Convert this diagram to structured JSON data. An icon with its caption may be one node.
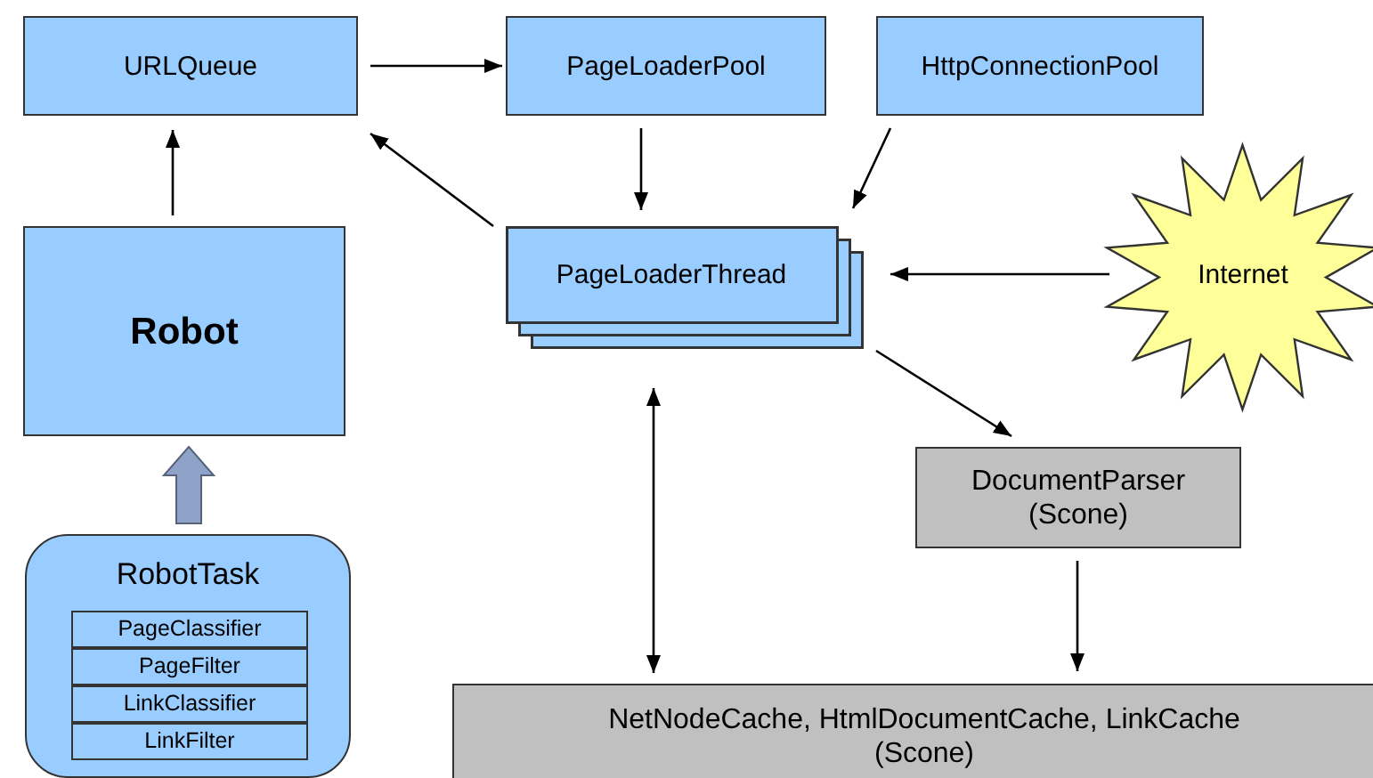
{
  "diagram": {
    "nodes": [
      {
        "text": [
          "URLQueue"
        ]
      },
      {
        "text": [
          "PageLoaderPool"
        ]
      },
      {
        "text": [
          "HttpConnectionPool"
        ]
      },
      {
        "text": [
          "PageLoaderThread"
        ]
      },
      {
        "text": [
          "Internet"
        ]
      },
      {
        "text": [
          "Robot"
        ]
      },
      {
        "text": [
          "RobotTask"
        ]
      },
      {
        "text": [
          "PageClassifier"
        ],
        "in": 6
      },
      {
        "text": [
          "PageFilter"
        ],
        "in": 6
      },
      {
        "text": [
          "LinkClassifier"
        ],
        "in": 6
      },
      {
        "text": [
          "LinkFilter"
        ],
        "in": 6
      },
      {
        "text": [
          "DocumentParser",
          "(Scone)"
        ]
      },
      {
        "text": [
          "NetNodeCache, HtmlDocumentCache, LinkCache",
          "(Scone)"
        ]
      }
    ],
    "edges": [
      {
        "from": 5,
        "to": 0,
        "arrow": "to"
      },
      {
        "from": 0,
        "to": 1,
        "arrow": "to"
      },
      {
        "from": 3,
        "to": 0,
        "arrow": "to"
      },
      {
        "from": 1,
        "to": 3,
        "arrow": "to"
      },
      {
        "from": 2,
        "to": 3,
        "arrow": "to"
      },
      {
        "from": 4,
        "to": 3,
        "arrow": "to"
      },
      {
        "from": 3,
        "to": 11,
        "arrow": "to"
      },
      {
        "from": 3,
        "to": 12,
        "arrow": "both"
      },
      {
        "from": 11,
        "to": 12,
        "arrow": "to"
      },
      {
        "from": 6,
        "to": 5,
        "arrow": "to",
        "style": "thick",
        "color": "#8fa3c9"
      }
    ]
  }
}
